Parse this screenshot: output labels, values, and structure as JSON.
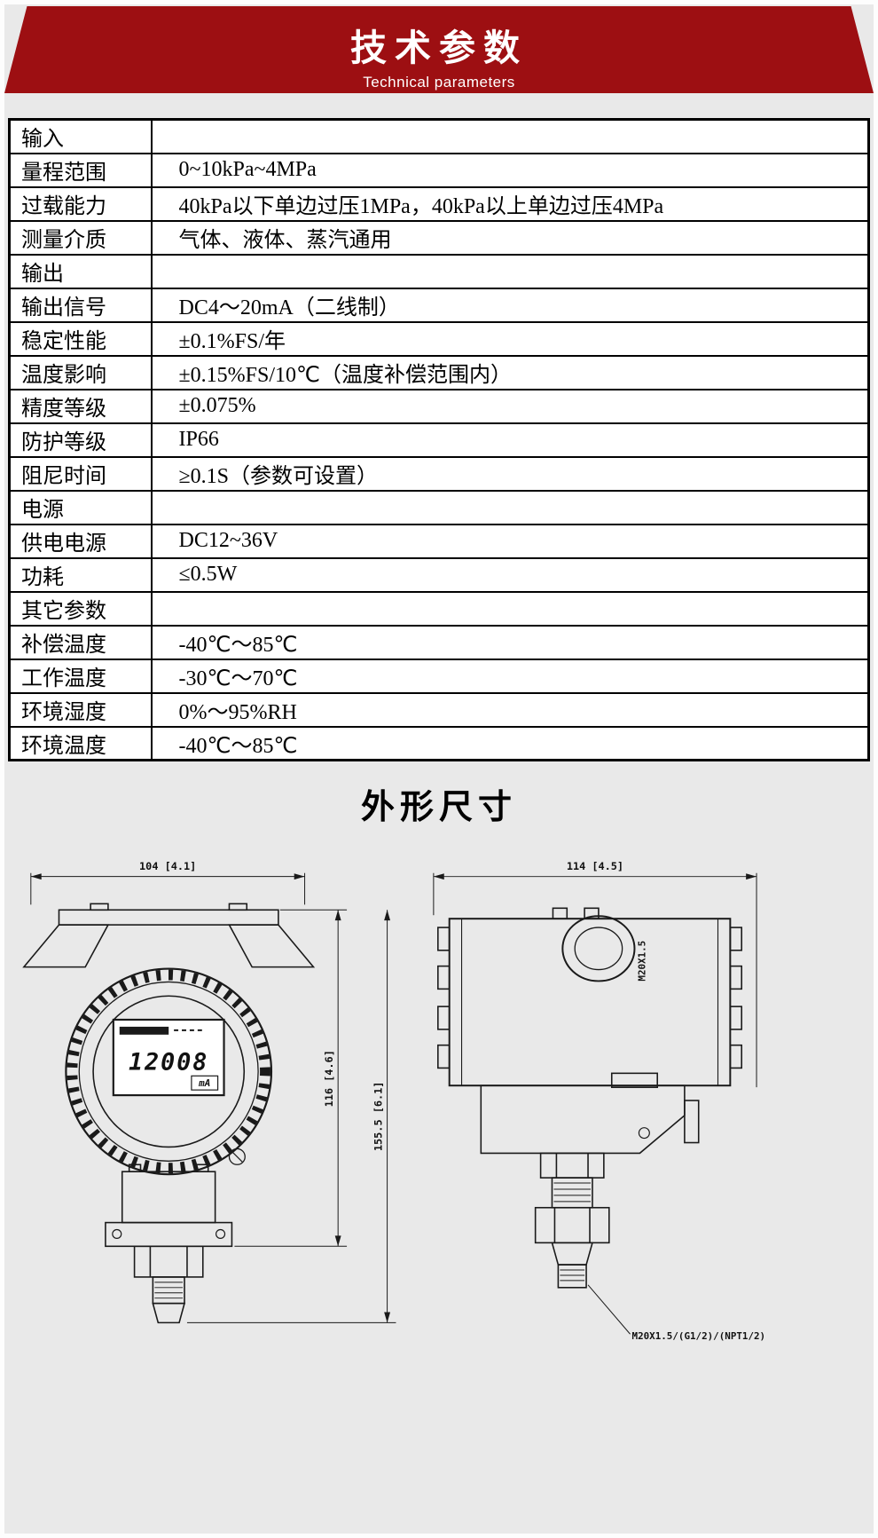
{
  "colors": {
    "banner": "#9d0f12",
    "page_background": "#e9e9e9",
    "line": "#1a1a1a",
    "table_background": "#ffffff"
  },
  "header": {
    "title": "技术参数",
    "subtitle": "Technical parameters"
  },
  "spec_table": {
    "rows": [
      {
        "label": "输入",
        "value": ""
      },
      {
        "label": "量程范围",
        "value": "0~10kPa~4MPa"
      },
      {
        "label": "过载能力",
        "value": "40kPa以下单边过压1MPa，40kPa以上单边过压4MPa"
      },
      {
        "label": "测量介质",
        "value": "气体、液体、蒸汽通用"
      },
      {
        "label": "输出",
        "value": ""
      },
      {
        "label": "输出信号",
        "value": "DC4～20mA（二线制）"
      },
      {
        "label": "稳定性能",
        "value": "±0.1%FS/年"
      },
      {
        "label": "温度影响",
        "value": "±0.15%FS/10℃（温度补偿范围内）"
      },
      {
        "label": "精度等级",
        "value": "±0.075%"
      },
      {
        "label": "防护等级",
        "value": "IP66"
      },
      {
        "label": "阻尼时间",
        "value": "≥0.1S（参数可设置）"
      },
      {
        "label": "电源",
        "value": ""
      },
      {
        "label": "供电电源",
        "value": "DC12~36V"
      },
      {
        "label": "功耗",
        "value": "≤0.5W"
      },
      {
        "label": "其它参数",
        "value": ""
      },
      {
        "label": "补偿温度",
        "value": "-40℃～85℃"
      },
      {
        "label": "工作温度",
        "value": "-30℃～70℃"
      },
      {
        "label": "环境湿度",
        "value": "0%～95%RH"
      },
      {
        "label": "环境温度",
        "value": "-40℃～85℃"
      }
    ]
  },
  "outline": {
    "title": "外形尺寸",
    "front_view": {
      "width_dim": "104 [4.1]",
      "height_dim_inner": "116 [4.6]",
      "height_dim_outer": "155.5 [6.1]",
      "lcd_value": "12008",
      "lcd_unit": "mA"
    },
    "side_view": {
      "width_dim": "114 [4.5]",
      "conduit_thread": "M20X1.5",
      "process_thread": "M20X1.5/(G1/2)/(NPT1/2)"
    }
  }
}
